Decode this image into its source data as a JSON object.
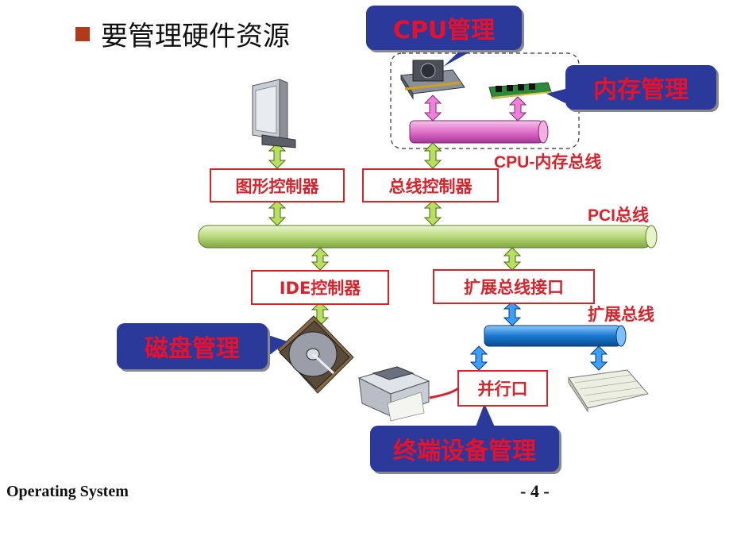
{
  "title": "要管理硬件资源",
  "callouts": {
    "cpu": "CPU管理",
    "memory": "内存管理",
    "disk": "磁盘管理",
    "terminal": "终端设备管理"
  },
  "controllers": {
    "graphics": "图形控制器",
    "bus": "总线控制器",
    "ide": "IDE控制器",
    "expansion_interface": "扩展总线接口",
    "parallel_port": "并行口"
  },
  "buses": {
    "cpu_memory": "CPU-内存总线",
    "pci": "PCI总线",
    "expansion": "扩展总线"
  },
  "footer": {
    "left": "Operating System",
    "page": "- 4 -"
  },
  "colors": {
    "callout_bg": "#2b3a9a",
    "callout_text": "#e8102a",
    "box_border": "#d9222a",
    "pci_bus": "#c8e29a",
    "memory_bus": "#e070c8",
    "expansion_bus": "#1a7ad0"
  }
}
